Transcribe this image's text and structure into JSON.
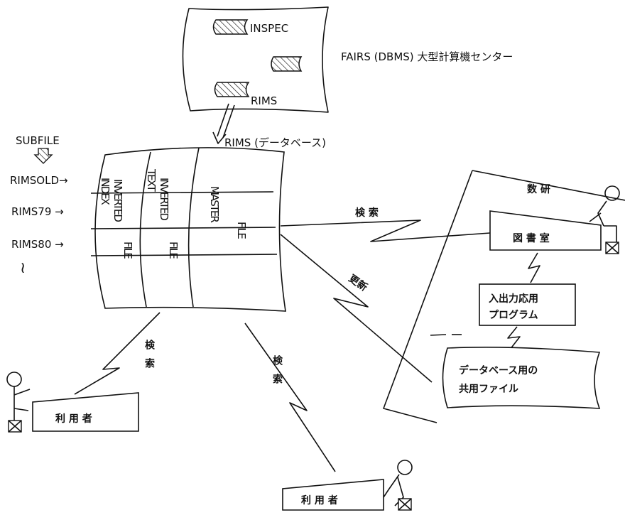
{
  "center": {
    "databases": [
      "INSPEC",
      "RIMS"
    ],
    "caption": "FAIRS (DBMS) 大型計算機センター"
  },
  "rims_db_label": "RIMS (データベース)",
  "subfile": {
    "label": "SUBFILE",
    "items": [
      "RIMSOLD→",
      "RIMS79 →",
      "RIMS80 →"
    ],
    "continuation": "≀"
  },
  "files": {
    "index_inverted": [
      "INDEX",
      "INVERTED",
      "FILE"
    ],
    "text_inverted": [
      "TEXT",
      "INVERTED",
      "FILE"
    ],
    "master": [
      "MASTER",
      "FILE"
    ]
  },
  "suken": {
    "label": "数 研",
    "library": "図 書 室",
    "io_program": [
      "入出力応用",
      "プログラム"
    ],
    "shared_file": [
      "データベース用の",
      "共用ファイル"
    ]
  },
  "links": {
    "search": "検 索",
    "search_v": "検索",
    "update_v": "更新"
  },
  "users": {
    "left": "利 用 者",
    "bottom": "利 用 者"
  },
  "icons": [
    "terminal-icon",
    "person-icon",
    "hatch-block-icon",
    "arrow-icon"
  ]
}
